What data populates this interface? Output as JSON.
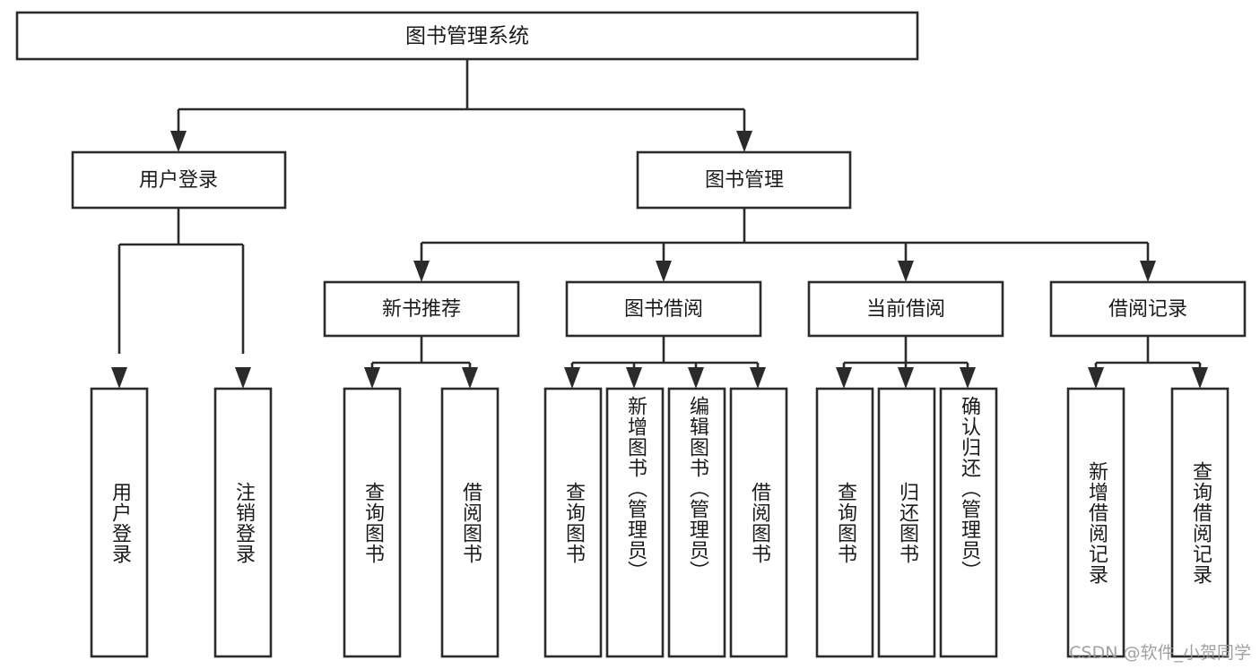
{
  "diagram": {
    "title": "图书管理系统",
    "type": "tree",
    "orientation": "top-down",
    "colors": {
      "box_fill": "#ffffff",
      "box_stroke": "#2b2b2b",
      "text": "#1b1b1b",
      "watermark": "#9a9a9a",
      "background": "#ffffff"
    },
    "root": {
      "label": "图书管理系统"
    },
    "level2": [
      {
        "label": "用户登录"
      },
      {
        "label": "图书管理"
      }
    ],
    "level3": [
      {
        "label": "新书推荐"
      },
      {
        "label": "图书借阅"
      },
      {
        "label": "当前借阅"
      },
      {
        "label": "借阅记录"
      }
    ],
    "leaves": {
      "user_login": [
        {
          "label": "用户登录"
        },
        {
          "label": "注销登录"
        }
      ],
      "new_book_recommend": [
        {
          "label": "查询图书"
        },
        {
          "label": "借阅图书"
        }
      ],
      "book_borrow": [
        {
          "label": "查询图书"
        },
        {
          "label": "新增图书（管理员）"
        },
        {
          "label": "编辑图书（管理员）"
        },
        {
          "label": "借阅图书"
        }
      ],
      "current_borrow": [
        {
          "label": "查询图书"
        },
        {
          "label": "归还图书"
        },
        {
          "label": "确认归还（管理员）"
        }
      ],
      "borrow_records": [
        {
          "label": "新增借阅记录"
        },
        {
          "label": "查询借阅记录"
        }
      ]
    }
  },
  "watermark": {
    "text": "CSDN @软件_小贺同学"
  }
}
